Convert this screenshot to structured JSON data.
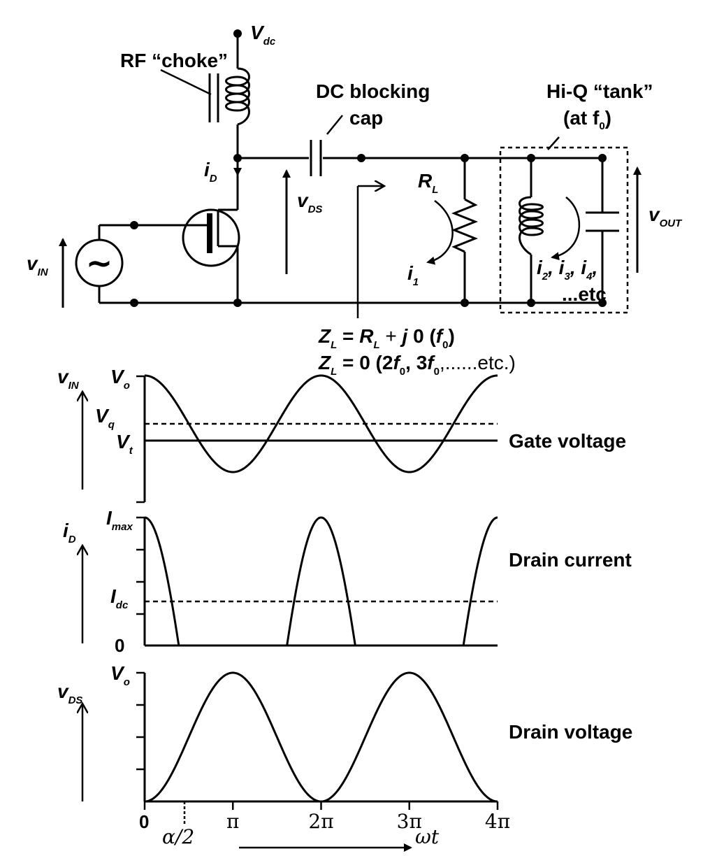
{
  "circuit": {
    "vdc": {
      "main": "V",
      "sub": "dc"
    },
    "rf_choke": "RF “choke”",
    "dc_block_1": "DC blocking",
    "dc_block_2": "cap",
    "tank_1": "Hi-Q “tank”",
    "tank_2_pre": "(at f",
    "tank_2_sub": "0",
    "tank_2_post": ")",
    "id": {
      "main": "i",
      "sub": "D"
    },
    "vds": {
      "main": "v",
      "sub": "DS"
    },
    "vin": {
      "main": "v",
      "sub": "IN"
    },
    "vout": {
      "main": "v",
      "sub": "OUT"
    },
    "rl": {
      "main": "R",
      "sub": "L"
    },
    "i1": {
      "main": "i",
      "sub": "1"
    },
    "harmonics": {
      "i2": "2",
      "i3": "3",
      "i4": "4",
      "etc": "...etc"
    },
    "source_symbol": "~",
    "zl_line1": {
      "z": "Z",
      "zsub": "L",
      "eq": " = ",
      "r": "R",
      "rsub": "L",
      "rest": " + ",
      "j": "j",
      "zero": " 0  (",
      "f": "f",
      "fsub": "0",
      "close": ")"
    },
    "zl_line2": {
      "z": "Z",
      "zsub": "L",
      "eq": " = ",
      "zero": "0",
      "paren": " (2",
      "f1": "f",
      "f1sub": "0",
      "comma": ", 3",
      "f2": "f",
      "f2sub": "0",
      "tail": ",......etc.)"
    }
  },
  "gate_plot": {
    "ylabel": {
      "main": "v",
      "sub": "IN"
    },
    "vo": {
      "main": "V",
      "sub": "o"
    },
    "vq": {
      "main": "V",
      "sub": "q"
    },
    "vt": {
      "main": "V",
      "sub": "t"
    },
    "title": "Gate voltage"
  },
  "drain_current_plot": {
    "ylabel": {
      "main": "i",
      "sub": "D"
    },
    "imax": {
      "main": "I",
      "sub": "max"
    },
    "idc": {
      "main": "I",
      "sub": "dc"
    },
    "zero": "0",
    "title": "Drain current"
  },
  "drain_voltage_plot": {
    "ylabel": {
      "main": "v",
      "sub": "DS"
    },
    "vo": {
      "main": "V",
      "sub": "o"
    },
    "title": "Drain voltage"
  },
  "xaxis": {
    "ticks": [
      "0",
      "π",
      "2π",
      "3π",
      "4π"
    ],
    "alpha": "α/2",
    "omega_t": "ωt"
  },
  "chart_data": [
    {
      "type": "line",
      "title": "Gate voltage",
      "xlabel": "ωt",
      "ylabel": "vIN",
      "x_range_rad": [
        0,
        12.566
      ],
      "series": [
        {
          "name": "vIN",
          "function": "Vq + A·cos(ωt)"
        }
      ],
      "reference_lines": [
        {
          "name": "Vq",
          "style": "dashed"
        },
        {
          "name": "Vt",
          "style": "solid"
        }
      ]
    },
    {
      "type": "line",
      "title": "Drain current",
      "xlabel": "ωt",
      "ylabel": "iD",
      "x_range_rad": [
        0,
        12.566
      ],
      "series": [
        {
          "name": "iD",
          "function": "Imax·cos(ωt) clipped at 0"
        }
      ],
      "reference_lines": [
        {
          "name": "Idc",
          "style": "dashed"
        }
      ],
      "y_ticks": [
        "0",
        "Idc",
        "Imax"
      ]
    },
    {
      "type": "line",
      "title": "Drain voltage",
      "xlabel": "ωt",
      "ylabel": "vDS",
      "x_range_rad": [
        0,
        12.566
      ],
      "series": [
        {
          "name": "vDS",
          "function": "Vo·(1 − cos(ωt))/2"
        }
      ],
      "y_ticks": [
        "Vo"
      ]
    }
  ]
}
